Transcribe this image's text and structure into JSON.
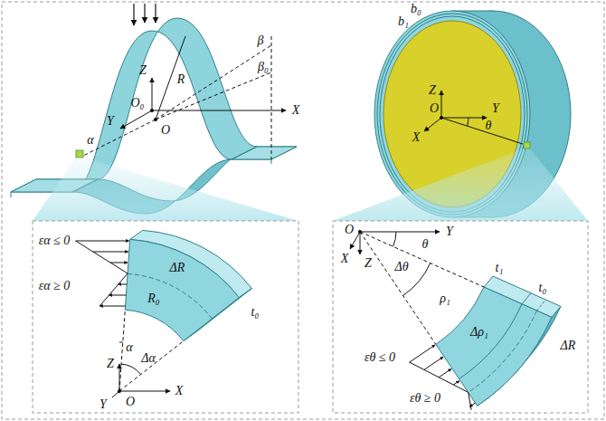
{
  "diagram": {
    "labels": [
      "Z",
      "R",
      "O₀",
      "O",
      "Y",
      "X",
      "α",
      "β",
      "β₀",
      "b₀",
      "b₁",
      "Z",
      "Y",
      "O",
      "X",
      "θ",
      "εα ≤ 0",
      "εα ≥ 0",
      "ΔR",
      "R₀",
      "t₀",
      "Z",
      "α",
      "Δα",
      "Y",
      "O",
      "X",
      "O",
      "Y",
      "Z",
      "X",
      "θ",
      "Δθ",
      "t₁",
      "t₀",
      "ρ₁",
      "Δρ₁",
      "ΔR",
      "εθ ≤ 0",
      "εθ ≥ 0"
    ]
  }
}
